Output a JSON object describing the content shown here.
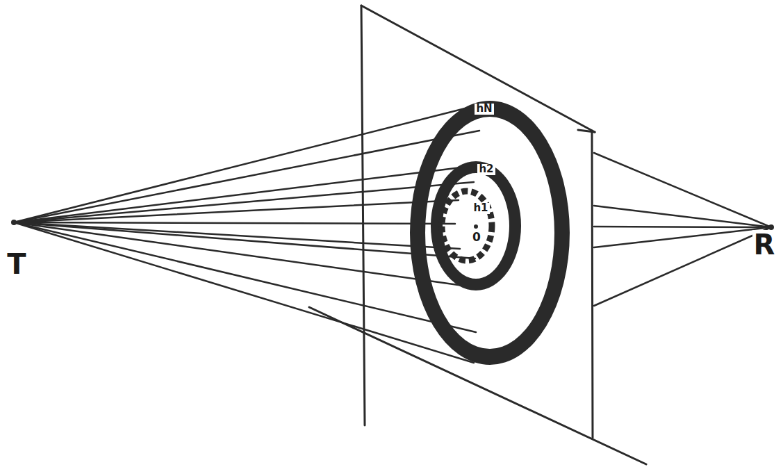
{
  "diagram": {
    "labels": [
      "hN",
      "h2",
      "h1",
      "0",
      "T",
      "R"
    ]
  }
}
